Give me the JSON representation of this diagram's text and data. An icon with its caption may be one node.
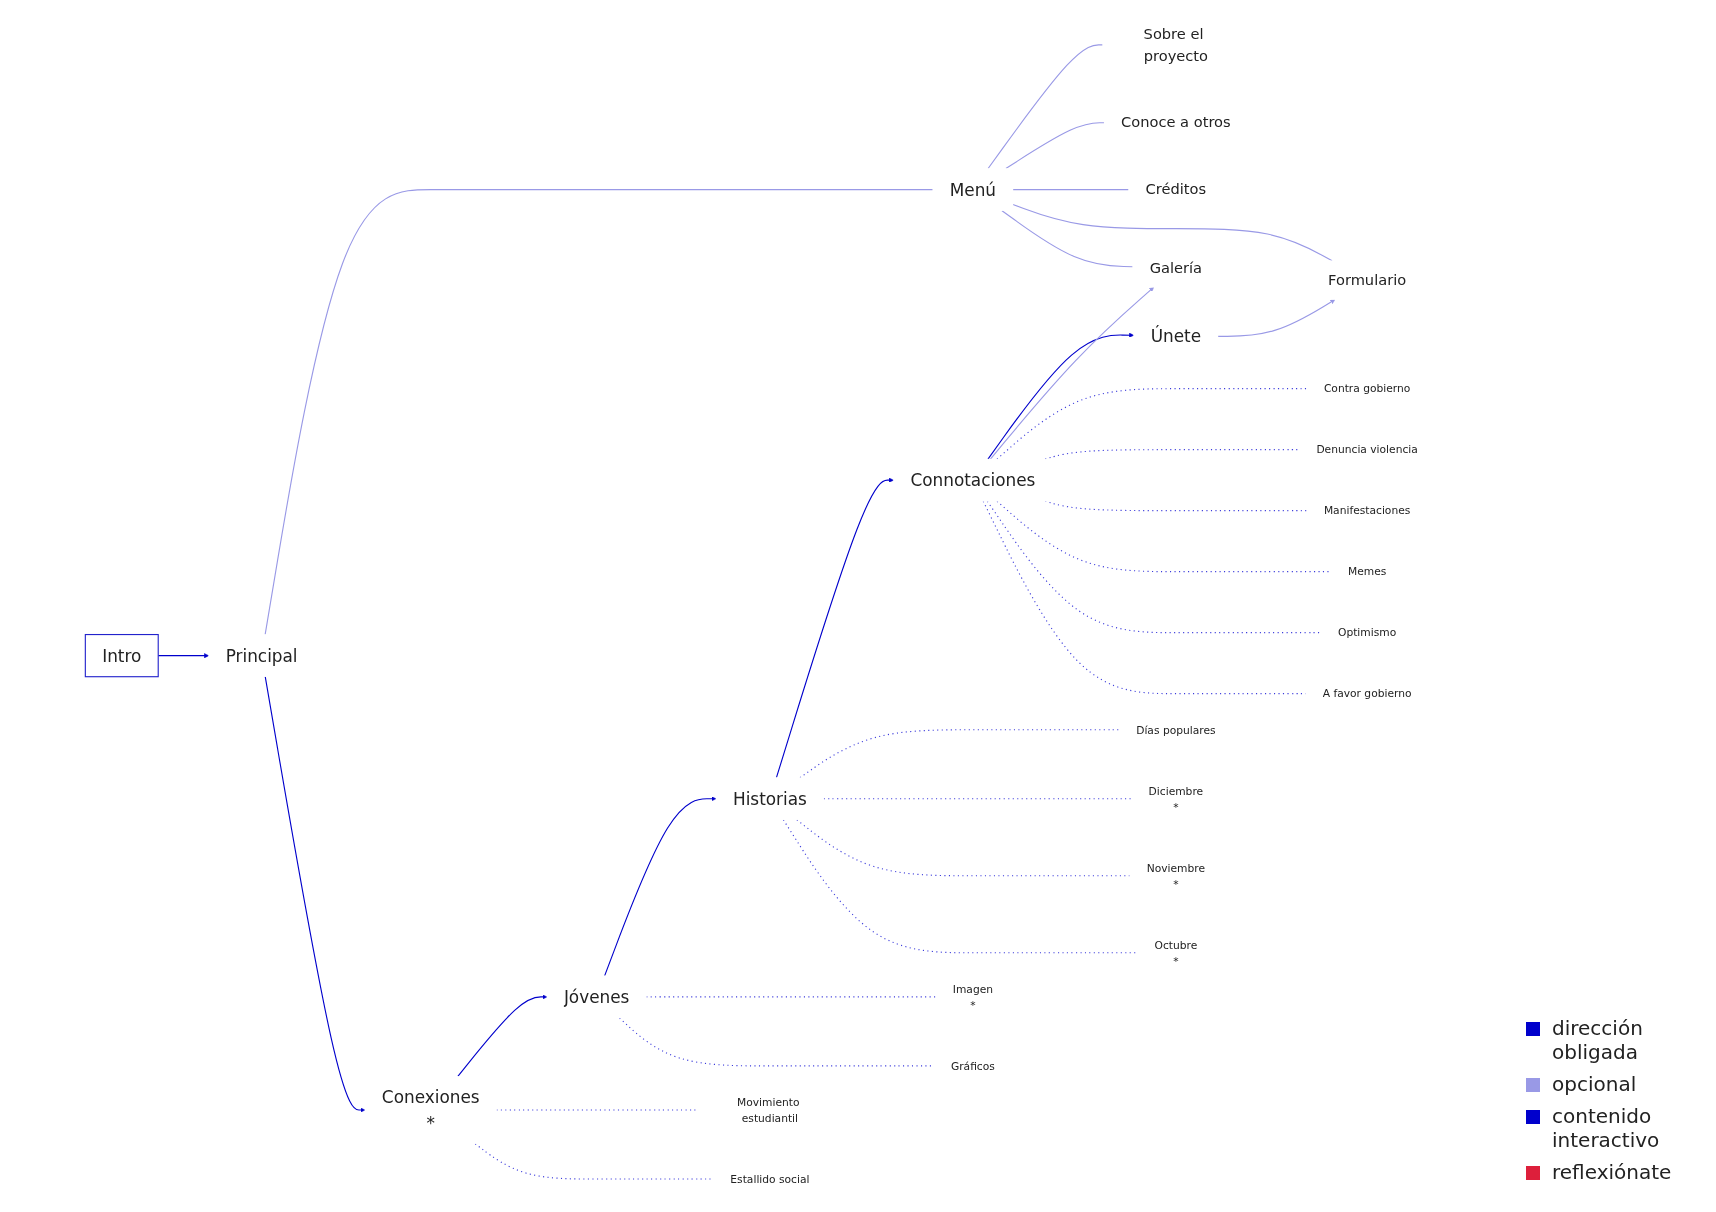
{
  "diagram": {
    "nodes": [
      {
        "text": [
          "Intro"
        ]
      },
      {
        "text": [
          "Principal"
        ]
      },
      {
        "text": [
          "Menú"
        ]
      },
      {
        "text": [
          "Sobre el proyecto"
        ]
      },
      {
        "text": [
          "Conoce a otros"
        ]
      },
      {
        "text": [
          "Créditos"
        ]
      },
      {
        "text": [
          "Formulario"
        ]
      },
      {
        "text": [
          "Galería"
        ]
      },
      {
        "text": [
          "Conexiones",
          "*"
        ]
      },
      {
        "text": [
          "Jóvenes"
        ]
      },
      {
        "text": [
          "Historias"
        ]
      },
      {
        "text": [
          "Connotaciones"
        ]
      },
      {
        "text": [
          "Únete"
        ]
      },
      {
        "text": [
          "Movimiento estudiantil"
        ]
      },
      {
        "text": [
          "Estallido social"
        ]
      },
      {
        "text": [
          "Imagen",
          "*"
        ]
      },
      {
        "text": [
          "Gráficos"
        ]
      },
      {
        "text": [
          "Días populares"
        ]
      },
      {
        "text": [
          "Diciembre",
          "*"
        ]
      },
      {
        "text": [
          "Noviembre",
          "*"
        ]
      },
      {
        "text": [
          "Octubre",
          "*"
        ]
      },
      {
        "text": [
          "Contra gobierno"
        ]
      },
      {
        "text": [
          "Denuncia violencia"
        ]
      },
      {
        "text": [
          "Manifestaciones"
        ]
      },
      {
        "text": [
          "Memes"
        ]
      },
      {
        "text": [
          "Optimismo"
        ]
      },
      {
        "text": [
          "A favor gobierno"
        ]
      }
    ],
    "edges": [
      {
        "from": 0,
        "to": 1,
        "arrow": "to",
        "color": "#0000cc"
      },
      {
        "from": 1,
        "to": 2,
        "arrow": "none",
        "color": "#9999e6"
      },
      {
        "from": 2,
        "to": 3,
        "arrow": "none",
        "color": "#9999e6"
      },
      {
        "from": 2,
        "to": 4,
        "arrow": "none",
        "color": "#9999e6"
      },
      {
        "from": 2,
        "to": 5,
        "arrow": "none",
        "color": "#9999e6"
      },
      {
        "from": 2,
        "to": 6,
        "arrow": "none",
        "color": "#9999e6"
      },
      {
        "from": 2,
        "to": 7,
        "arrow": "none",
        "color": "#9999e6"
      },
      {
        "from": 1,
        "to": 8,
        "arrow": "to",
        "color": "#0000cc"
      },
      {
        "from": 8,
        "to": 9,
        "arrow": "to",
        "color": "#0000cc"
      },
      {
        "from": 9,
        "to": 10,
        "arrow": "to",
        "color": "#0000cc"
      },
      {
        "from": 10,
        "to": 11,
        "arrow": "to",
        "color": "#0000cc"
      },
      {
        "from": 11,
        "to": 12,
        "arrow": "to",
        "color": "#0000cc"
      },
      {
        "from": 11,
        "to": 7,
        "arrow": "to",
        "color": "#9999e6"
      },
      {
        "from": 12,
        "to": 6,
        "arrow": "to",
        "color": "#9999e6"
      },
      {
        "from": 8,
        "to": 13,
        "arrow": "none",
        "style": "dashed"
      },
      {
        "from": 8,
        "to": 14,
        "arrow": "none",
        "style": "dashed"
      },
      {
        "from": 9,
        "to": 15,
        "arrow": "none",
        "style": "dashed"
      },
      {
        "from": 9,
        "to": 16,
        "arrow": "none",
        "style": "dashed"
      },
      {
        "from": 10,
        "to": 17,
        "arrow": "none",
        "style": "dashed"
      },
      {
        "from": 10,
        "to": 18,
        "arrow": "none",
        "style": "dashed"
      },
      {
        "from": 10,
        "to": 19,
        "arrow": "none",
        "style": "dashed"
      },
      {
        "from": 10,
        "to": 20,
        "arrow": "none",
        "style": "dashed"
      },
      {
        "from": 11,
        "to": 21,
        "arrow": "none",
        "style": "dashed"
      },
      {
        "from": 11,
        "to": 22,
        "arrow": "none",
        "style": "dashed"
      },
      {
        "from": 11,
        "to": 23,
        "arrow": "none",
        "style": "dashed"
      },
      {
        "from": 11,
        "to": 24,
        "arrow": "none",
        "style": "dashed"
      },
      {
        "from": 11,
        "to": 25,
        "arrow": "none",
        "style": "dashed"
      },
      {
        "from": 11,
        "to": 26,
        "arrow": "none",
        "style": "dashed"
      }
    ],
    "legend": [
      {
        "text": "dirección obligada",
        "color": "#0000cc"
      },
      {
        "text": "opcional",
        "color": "#9999e6"
      },
      {
        "text": "contenido interactivo",
        "color": "#0000cc"
      },
      {
        "text": "reflexiónate",
        "color": "#dd1f3b"
      }
    ]
  }
}
